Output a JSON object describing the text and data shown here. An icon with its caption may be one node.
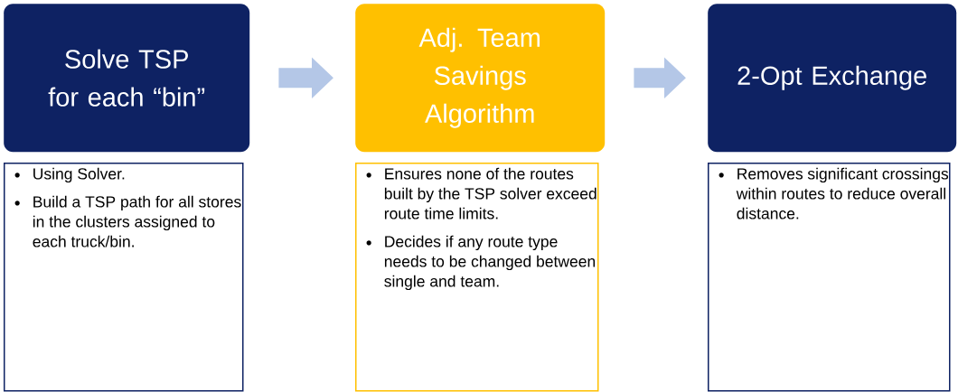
{
  "diagram": {
    "nodes": [
      {
        "text": [
          "Solve TSP for each “bin”"
        ]
      },
      {
        "text": [
          "Using Solver.",
          "Build a TSP path for all stores in the clusters assigned to each truck/bin."
        ]
      },
      {
        "text": [
          "Adj. Team Savings Algorithm"
        ]
      },
      {
        "text": [
          "Ensures none of the routes built by the TSP solver exceed route time limits.",
          "Decides if any route type needs to be changed between single and team."
        ]
      },
      {
        "text": [
          "2-Opt Exchange"
        ]
      },
      {
        "text": [
          "Removes significant crossings within routes to reduce overall distance."
        ]
      }
    ],
    "edges": [
      {
        "from": 0,
        "to": 2,
        "arrow": "to"
      },
      {
        "from": 2,
        "to": 4,
        "arrow": "to"
      }
    ]
  }
}
